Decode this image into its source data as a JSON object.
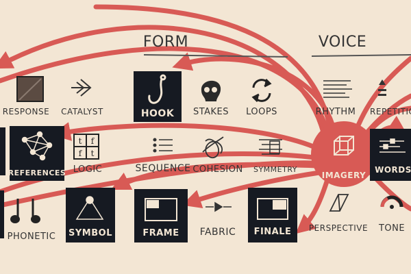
{
  "headers": {
    "form": "FORM",
    "voice": "VOICE"
  },
  "center": {
    "label": "IMAGERY",
    "icon": "cube-icon"
  },
  "tiles": {
    "hook": "HOOK",
    "references": "REFERENCES",
    "symbol": "SYMBOL",
    "frame": "FRAME",
    "finale": "FINALE",
    "words": "WORDS"
  },
  "labels": {
    "response": "RESPONSE",
    "catalyst": "CATALYST",
    "stakes": "STAKES",
    "loops": "LOOPS",
    "rhythm": "RHYTHM",
    "repetition": "REPETITION",
    "logic": "LOGIC",
    "sequence": "SEQUENCE",
    "cohesion": "COHESION",
    "symmetry": "SYMMETRY",
    "phonetic": "PHONETIC",
    "fabric": "FABRIC",
    "perspective": "PERSPECTIVE",
    "tone": "TONE"
  },
  "logic_cells": [
    "t",
    "f",
    "f",
    "t"
  ],
  "colors": {
    "background": "#f3e6d4",
    "arrow": "#d85a55",
    "tile": "#161a22",
    "ink": "#333333"
  }
}
